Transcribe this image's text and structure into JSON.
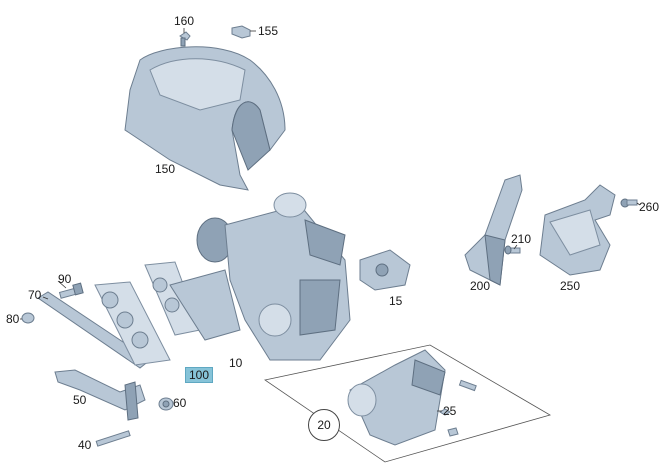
{
  "labels": {
    "p160": "160",
    "p155": "155",
    "p150": "150",
    "p90": "90",
    "p70": "70",
    "p80": "80",
    "p100": "100",
    "p10": "10",
    "p15": "15",
    "p50": "50",
    "p60": "60",
    "p40": "40",
    "p20": "20",
    "p25": "25",
    "p200": "200",
    "p210": "210",
    "p250": "250",
    "p260": "260"
  },
  "highlight_color": "#86c3d8",
  "part_color": "#b8c7d6"
}
